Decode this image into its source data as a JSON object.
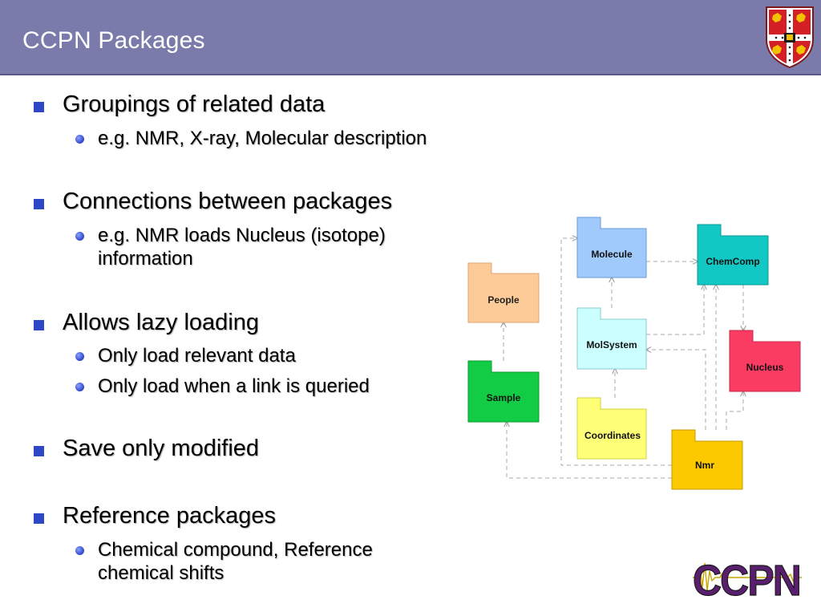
{
  "title": "CCPN Packages",
  "bullets": [
    {
      "text": "Groupings of related data",
      "subs": [
        "e.g. NMR, X-ray, Molecular description"
      ]
    },
    {
      "text": "Connections between packages",
      "subs": [
        "e.g. NMR loads Nucleus (isotope) information"
      ]
    },
    {
      "text": "Allows lazy loading",
      "subs": [
        "Only load relevant data",
        "Only load when a link is queried"
      ]
    },
    {
      "text": "Save only modified",
      "subs": []
    },
    {
      "text": "Reference packages",
      "subs": [
        "Chemical compound, Reference chemical shifts"
      ]
    }
  ],
  "packages": {
    "people": {
      "label": "People",
      "color": "#fccb98"
    },
    "sample": {
      "label": "Sample",
      "color": "#11cc44"
    },
    "molecule": {
      "label": "Molecule",
      "color": "#a0cafc"
    },
    "molsystem": {
      "label": "MolSystem",
      "color": "#ccffff"
    },
    "coordinates": {
      "label": "Coordinates",
      "color": "#ffff77"
    },
    "chemcomp": {
      "label": "ChemComp",
      "color": "#11c8c4"
    },
    "nucleus": {
      "label": "Nucleus",
      "color": "#fa3b62"
    },
    "nmr": {
      "label": "Nmr",
      "color": "#fcc800"
    }
  },
  "logo": {
    "text": "CCPN",
    "color_primary": "#5a1e6e",
    "color_secondary": "#1a1a1a"
  },
  "colors": {
    "header": "#7b7bab",
    "bullet": "#2e47c6"
  }
}
